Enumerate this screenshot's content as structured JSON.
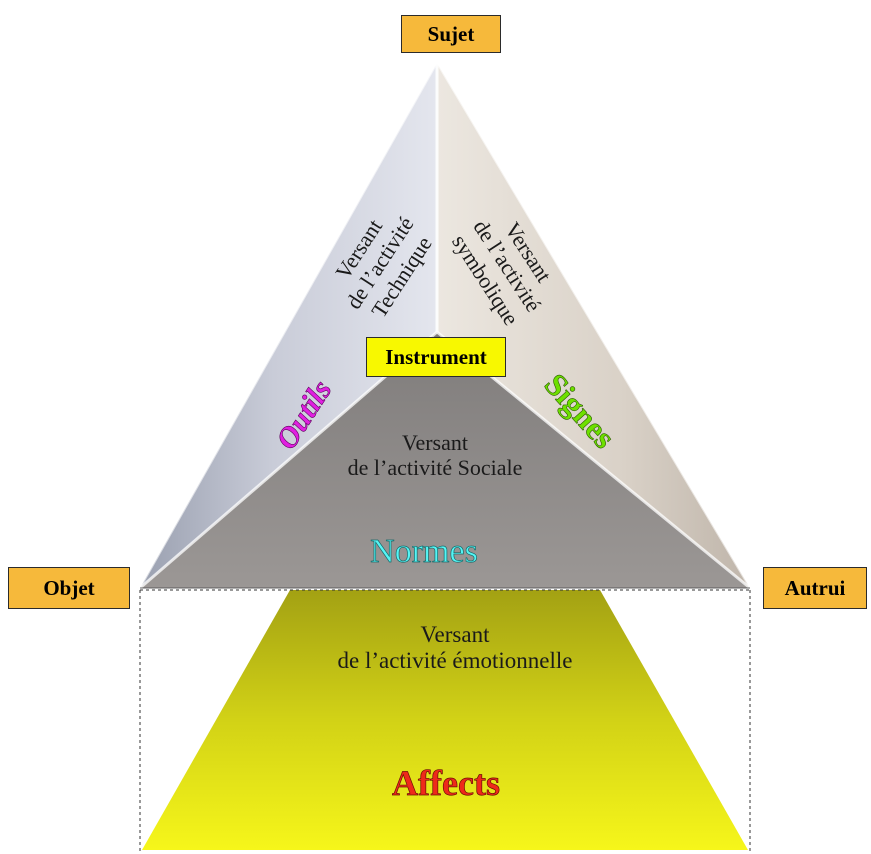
{
  "vertices": {
    "top": "Sujet",
    "left": "Objet",
    "right": "Autrui",
    "center": "Instrument"
  },
  "faces": {
    "technique": {
      "lines": [
        "Versant",
        "de l’activité",
        "Technique"
      ],
      "mediator": "Outils"
    },
    "symbolique": {
      "lines": [
        "Versant",
        "de l’activité",
        "symbolique"
      ],
      "mediator": "Signes"
    },
    "sociale": {
      "lines": [
        "Versant",
        "de l’activité Sociale"
      ],
      "mediator": "Normes"
    },
    "emotionnelle": {
      "lines": [
        "Versant",
        "de l’activité émotionnelle"
      ],
      "mediator": "Affects"
    }
  },
  "colors": {
    "label_box": "#f6b93b",
    "instrument_box": "#f8f800",
    "outils": "#e020e0",
    "signes": "#6ee000",
    "normes": "#55f5f5",
    "affects": "#ee2a1a",
    "emotion_fill_top": "#a3a113",
    "emotion_fill_bottom": "#f6f61a"
  }
}
